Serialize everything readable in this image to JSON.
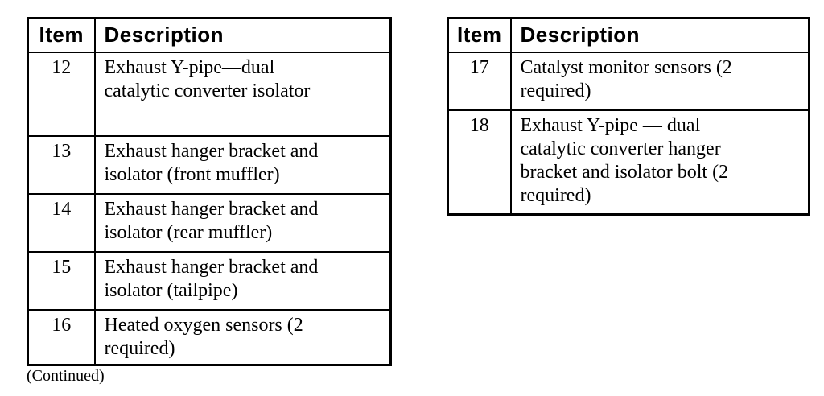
{
  "page": {
    "background": "#ffffff",
    "text_color": "#000000",
    "border_color": "#000000",
    "continued_label": "(Continued)"
  },
  "left_table": {
    "headers": {
      "item": "Item",
      "description": "Description"
    },
    "rows": [
      {
        "item": "12",
        "description": "Exhaust Y-pipe—dual\ncatalytic converter isolator"
      },
      {
        "item": "13",
        "description": "Exhaust hanger bracket and\nisolator (front muffler)"
      },
      {
        "item": "14",
        "description": "Exhaust hanger bracket and\nisolator (rear muffler)"
      },
      {
        "item": "15",
        "description": "Exhaust hanger bracket and\nisolator (tailpipe)"
      },
      {
        "item": "16",
        "description": "Heated oxygen sensors (2\nrequired)"
      }
    ]
  },
  "right_table": {
    "headers": {
      "item": "Item",
      "description": "Description"
    },
    "rows": [
      {
        "item": "17",
        "description": "Catalyst monitor sensors (2\nrequired)"
      },
      {
        "item": "18",
        "description": "Exhaust Y-pipe — dual\ncatalytic converter hanger\nbracket and isolator bolt (2\nrequired)"
      }
    ]
  }
}
